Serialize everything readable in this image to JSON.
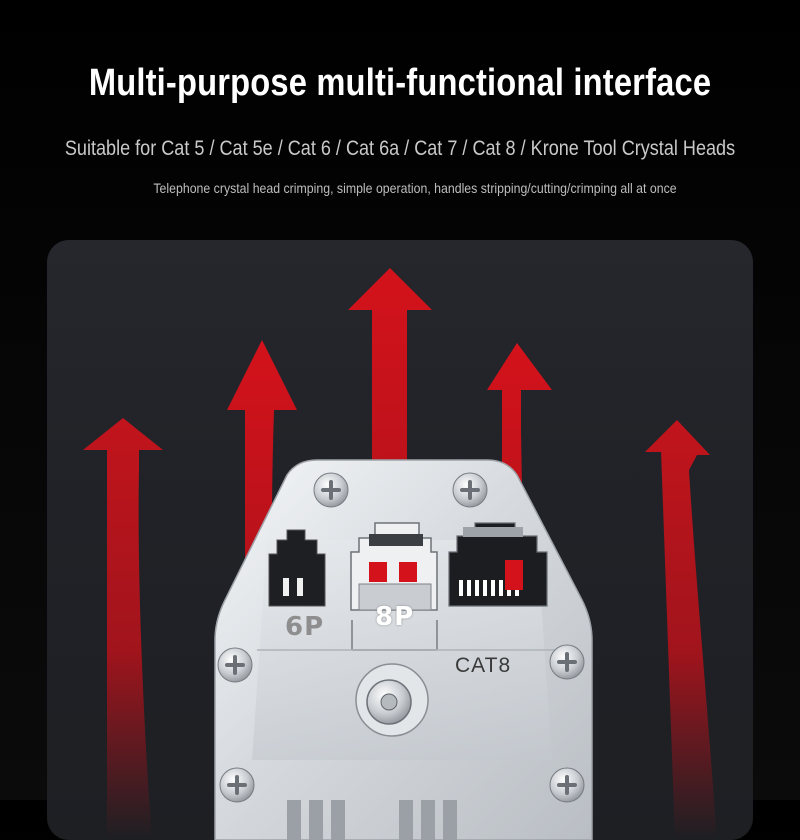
{
  "header": {
    "title": "Multi-purpose multi-functional interface",
    "subtitle": "Suitable for Cat 5 / Cat 5e / Cat 6 / Cat 6a / Cat 7 / Cat 8 / Krone Tool Crystal Heads",
    "description": "Telephone crystal head crimping, simple operation, handles stripping/cutting/crimping all at once"
  },
  "tool": {
    "die_6p_label": "6P",
    "die_8p_label": "8P",
    "die_cat8_label": "CAT8"
  },
  "colors": {
    "background": "#000000",
    "panel": "#222429",
    "arrow_red": "#d4121b",
    "metal": "#d9dde2"
  },
  "icons": [
    "arrow-up-icon",
    "screw-icon"
  ]
}
